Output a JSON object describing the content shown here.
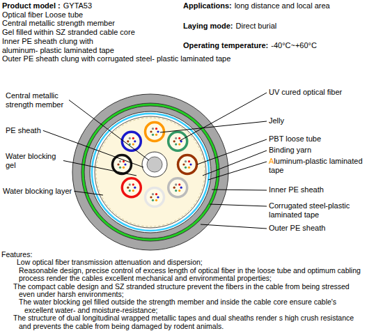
{
  "diagram": {
    "labels": [
      "Product model :",
      "GYTA53",
      "Optical fiber Loose tube",
      "Central metallic strength member",
      "Gel filled within SZ stranded cable core",
      "Inner PE sheath clung with aluminum- plastic laminated tape",
      "Outer PE sheath clung with corrugated steel- plastic laminated tape",
      "Applications:",
      "long distance and local area",
      "Laying mode:",
      "Direct burial",
      "Operating temperature:",
      "-40°C~+60°C",
      "Central metallic strength member",
      "PE sheath",
      "Water blocking gel",
      "Water blocking layer",
      "UV cured optical fiber",
      "Jelly",
      "PBT loose tube",
      "Binding yarn",
      "Aluminum-plastic laminated tape",
      "Inner PE sheath",
      "Corrugated steel-plastic laminated tape",
      "Outer PE sheath",
      "Features:",
      "Low optical fiber transmission attenuation and dispersion;",
      "Reasonable design, precise control of excess length of optical fiber in the loose tube and optimum cabling process render the cables excellent mechanical and environmental properties;",
      "The compact cable design and SZ stranded structure prevent the fibers in the cable from being stressed even under harsh environments;",
      "The water blocking gel filled outside the strength member and inside the cable core ensure cable's excellent water- and moisture-resistance;",
      "The structure of dual longitudinal wrapped metallic tapes and dual sheaths render s high crush resistance and prevents the cable from being damaged by rodent animals."
    ]
  }
}
